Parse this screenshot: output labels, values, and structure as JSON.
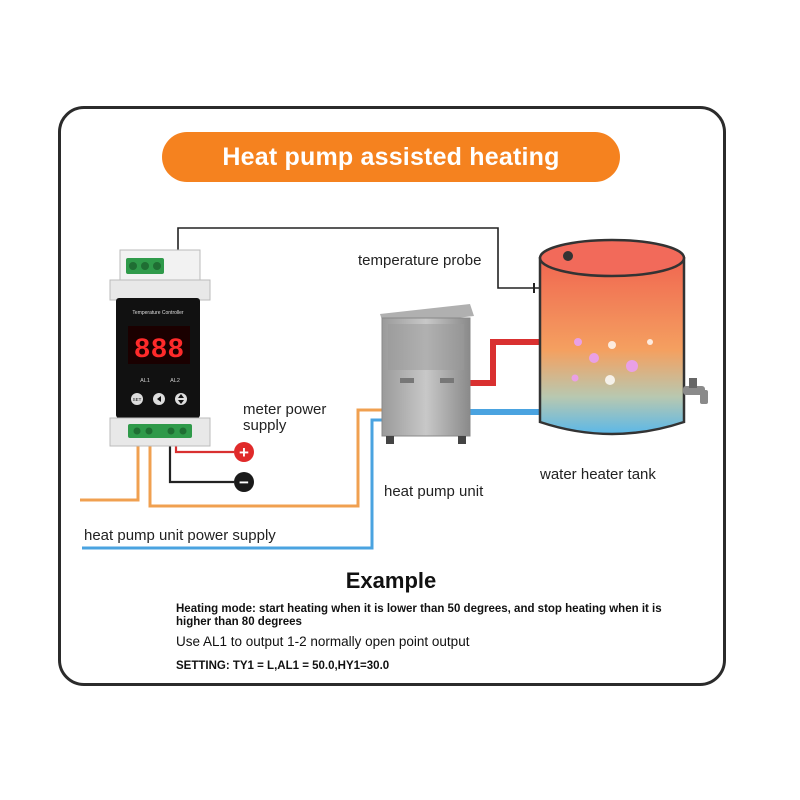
{
  "banner": {
    "title": "Heat pump assisted heating"
  },
  "controller": {
    "title": "Temperature Controller",
    "display": "888",
    "al1": "AL1",
    "al2": "AL2",
    "set_button": "SET"
  },
  "labels": {
    "temperature_probe": "temperature probe",
    "meter_power_supply": "meter power supply",
    "heat_pump_unit": "heat pump unit",
    "water_heater_tank": "water heater tank",
    "heat_pump_unit_power_supply": "heat pump unit power supply"
  },
  "terminals": {
    "plus": "+",
    "minus": "−"
  },
  "example": {
    "title": "Example",
    "line1": "Heating mode: start heating when it is lower than 50 degrees, and stop heating when it is higher than 80 degrees",
    "line2": "Use AL1 to output 1-2 normally open point output",
    "line3": "SETTING: TY1 = L,AL1 = 50.0,HY1=30.0"
  },
  "colors": {
    "banner": "#f5821f",
    "orange_wire": "#f0a050",
    "blue_wire": "#4aa3e0",
    "red_wire": "#d93030",
    "black_wire": "#222222",
    "tank_top": "#f06a5a",
    "tank_bottom": "#5bb8e8"
  }
}
